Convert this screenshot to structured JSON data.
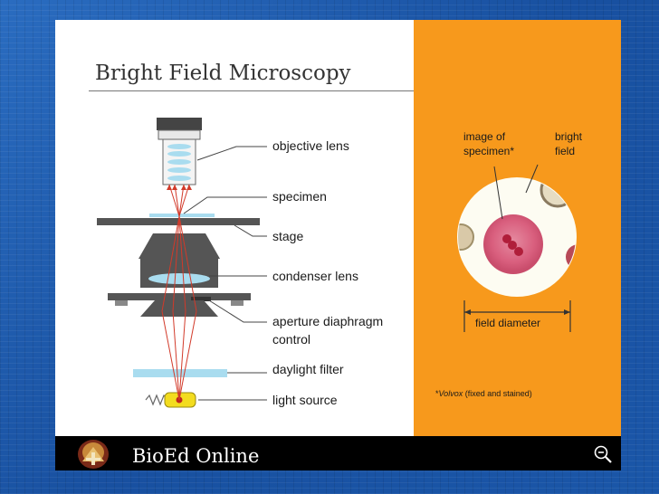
{
  "slide": {
    "title": "Bright Field Microscopy",
    "labels": {
      "objective_lens": "objective lens",
      "specimen": "specimen",
      "stage": "stage",
      "condenser_lens": "condenser lens",
      "aperture_line1": "aperture diaphragm",
      "aperture_line2": "control",
      "daylight_filter": "daylight filter",
      "light_source": "light source"
    },
    "panel": {
      "image_of_line1": "image of",
      "image_of_line2": "specimen*",
      "bright_line1": "bright",
      "bright_line2": "field",
      "field_diameter": "field diameter",
      "footnote_prefix": "*",
      "footnote_italic": "Volvox",
      "footnote_rest": " (fixed and stained)"
    },
    "colors": {
      "panel": "#f7991c",
      "light_ray": "#d23a2a",
      "lens": "#a9dcef",
      "housing": "#444444"
    }
  },
  "footer": {
    "brand": "BioEd Online",
    "logo_icon": "bioed-logo-icon",
    "zoom_icon": "zoom-out-icon"
  }
}
